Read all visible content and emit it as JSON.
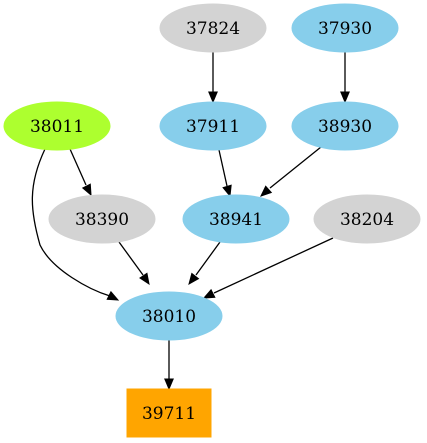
{
  "graph": {
    "nodes": [
      {
        "id": "n37824",
        "label": "37824",
        "shape": "ellipse",
        "color": "#d3d3d3"
      },
      {
        "id": "n37930",
        "label": "37930",
        "shape": "ellipse",
        "color": "#87ceeb"
      },
      {
        "id": "n38011",
        "label": "38011",
        "shape": "ellipse",
        "color": "#adff2f"
      },
      {
        "id": "n37911",
        "label": "37911",
        "shape": "ellipse",
        "color": "#87ceeb"
      },
      {
        "id": "n38930",
        "label": "38930",
        "shape": "ellipse",
        "color": "#87ceeb"
      },
      {
        "id": "n38390",
        "label": "38390",
        "shape": "ellipse",
        "color": "#d3d3d3"
      },
      {
        "id": "n38941",
        "label": "38941",
        "shape": "ellipse",
        "color": "#87ceeb"
      },
      {
        "id": "n38204",
        "label": "38204",
        "shape": "ellipse",
        "color": "#d3d3d3"
      },
      {
        "id": "n38010",
        "label": "38010",
        "shape": "ellipse",
        "color": "#87ceeb"
      },
      {
        "id": "n39711",
        "label": "39711",
        "shape": "box",
        "color": "#ffa500"
      }
    ],
    "edges": [
      {
        "from": "n37824",
        "to": "n37911"
      },
      {
        "from": "n37930",
        "to": "n38930"
      },
      {
        "from": "n38011",
        "to": "n38390"
      },
      {
        "from": "n38011",
        "to": "n38010"
      },
      {
        "from": "n37911",
        "to": "n38941"
      },
      {
        "from": "n38930",
        "to": "n38941"
      },
      {
        "from": "n38390",
        "to": "n38010"
      },
      {
        "from": "n38941",
        "to": "n38010"
      },
      {
        "from": "n38204",
        "to": "n38010"
      },
      {
        "from": "n38010",
        "to": "n39711"
      }
    ]
  }
}
